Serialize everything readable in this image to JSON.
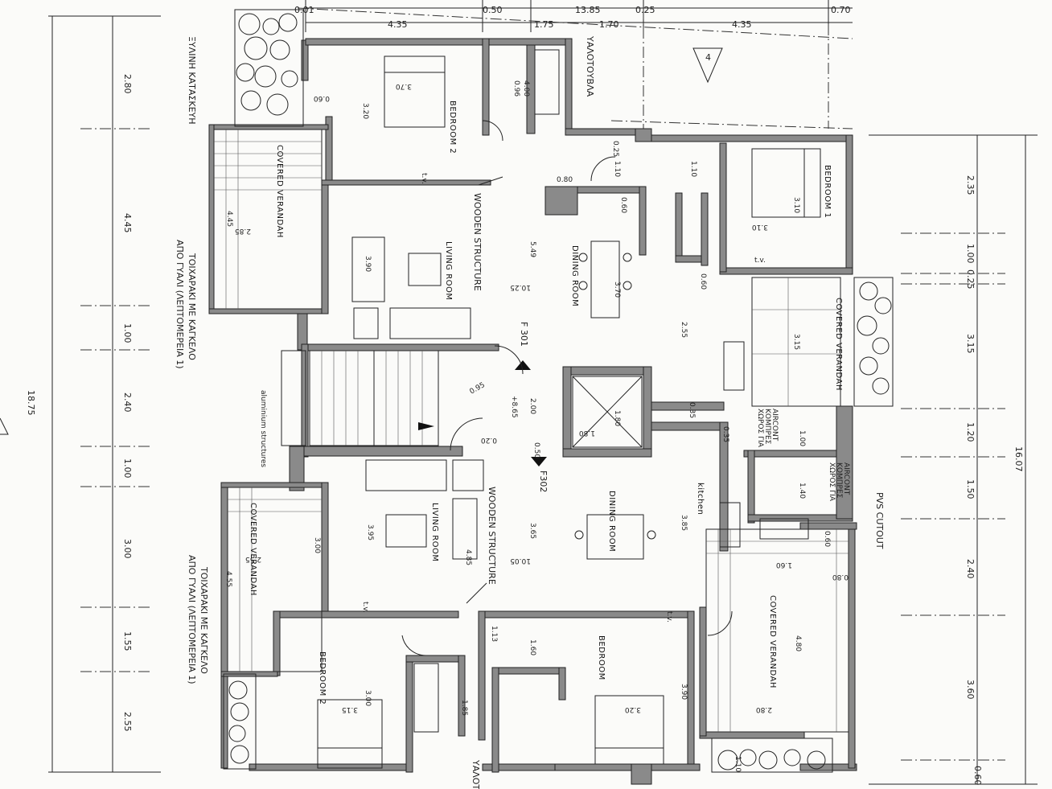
{
  "top_dims": [
    "0.01",
    "4.35",
    "0.50",
    "1.75",
    "13.85",
    "1.70",
    "0.25",
    "4.35",
    "0.70"
  ],
  "left_dims": [
    "2.80",
    "4.45",
    "1.00",
    "2.40",
    "1.00",
    "3.00",
    "1.55",
    "2.55"
  ],
  "left_total": "18.75",
  "right_dims": [
    "2.35",
    "1.00",
    "0.25",
    "3.15",
    "1.20",
    "1.50",
    "2.40",
    "3.60",
    "0.60"
  ],
  "right_total": "16.07",
  "rooms": {
    "bedroom2_top": "BEDROOM 2",
    "living_top": "LIVING ROOM",
    "dining_top": "DINING ROOM",
    "bedroom1": "BEDROOM 1",
    "veranda_top_left": "COVERED VERANDAH",
    "veranda_top_right": "COVERED VERANDAH",
    "living_bottom": "LIVING ROOM",
    "dining_bottom": "DINING ROOM",
    "kitchen": "kitchen",
    "bedroom2_bottom": "BEDROOM 2",
    "bedroom_bottom": "BEDROOM",
    "veranda_bottom_left": "COVERED VERANDAH",
    "veranda_bottom_right": "COVERED VERANDAH"
  },
  "notes": {
    "wood_top": "ΞΥΛΙΝΗ ΚΑΤΑΣΚΕΥΗ",
    "glass_block": "ΥΑΛΟΤΟΥΒΛΑ",
    "glass_block_bottom": "ΥΑΛΟΤ",
    "wall_rail_top_1": "ΤΟΙΧΑΡΑΚΙ ΜΕ ΚΑΓΚΕΛΟ",
    "wall_rail_top_2": "ΑΠΟ ΓΥΑΛΙ (ΛΕΠΤΟΜΕΡΕΙΑ 1)",
    "wall_rail_bottom_1": "ΤΟΙΧΑΡΑΚΙ ΜΕ ΚΑΓΚΕΛΟ",
    "wall_rail_bottom_2": "ΑΠΟ ΓΥΑΛΙ (ΛΕΠΤΟΜΕΡΕΙΑ 1)",
    "wooden_structure_top": "WOODEN STRUCTURE",
    "wooden_structure_bottom": "WOODEN STRUCTURE",
    "aluminium": "aluminium structures",
    "pvs_cutout": "PVS CUTOUT",
    "aircon_1a": "ΧΩΡΟΣ ΓΙΑ",
    "aircon_1b": "ΚΟΜΠΡΕΣ",
    "aircon_1c": "AIRCONT",
    "aircon_2a": "ΧΩΡΟΣ ΓΙΑ",
    "aircon_2b": "ΚΟΜΠΡΕΣ",
    "aircon_2c": "AIRCONT",
    "tv_1": "t.v.",
    "tv_2": "t.v.",
    "tv_3": "t.v.",
    "tv_4": "t.v.",
    "flat_301": "F 301",
    "flat_302": "F302",
    "level": "+8.65",
    "marker": "4"
  },
  "inner_dims": {
    "d_320": "3.20",
    "d_370": "3.70",
    "d_096": "0.96",
    "d_400": "4.00",
    "d_060a": "0.60",
    "d_025a": "0.25",
    "d_110a": "1.10",
    "d_110b": "1.10",
    "d_080": "0.80",
    "d_060b": "0.60",
    "d_310a": "3.10",
    "d_310b": "3.10",
    "d_445": "4.45",
    "d_285": "2.85",
    "d_390": "3.90",
    "d_549": "5.49",
    "d_1025": "10.25",
    "d_370b": "3.70",
    "d_255": "2.55",
    "d_315": "3.15",
    "d_095": "0.95",
    "d_200": "2.00",
    "d_180a": "1.80",
    "d_180b": "1.80",
    "d_020": "0.20",
    "d_365": "3.65",
    "d_395": "3.95",
    "d_1005": "10.05",
    "d_385": "3.85",
    "d_255b": "2.55",
    "d_455": "4.55",
    "d_300": "3.00",
    "d_485": "4.85",
    "d_160a": "1.60",
    "d_480": "4.80",
    "d_113": "1.13",
    "d_160b": "1.60",
    "d_390b": "3.90",
    "d_320b": "3.20",
    "d_315b": "3.15",
    "d_300b": "3.00",
    "d_185": "1.85",
    "d_280": "2.80",
    "d_060c": "0.60",
    "d_080b": "0.80",
    "d_110c": "1.10",
    "d_140": "1.40",
    "d_100a": "1.00",
    "d_050": "0.50",
    "d_035a": "0.35",
    "d_035b": "0.35",
    "d_060d": "0.60"
  }
}
